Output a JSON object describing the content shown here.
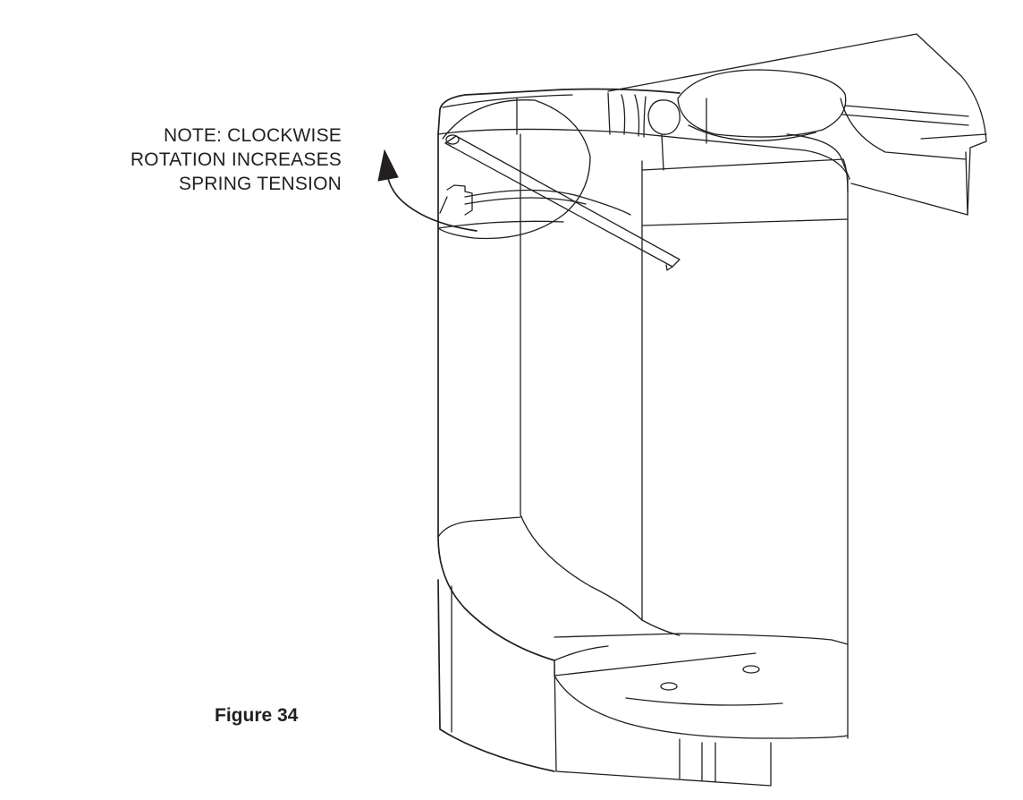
{
  "note": {
    "lines": [
      "NOTE: CLOCKWISE",
      "ROTATION INCREASES",
      "SPRING TENSION"
    ]
  },
  "figure": {
    "caption": "Figure 34"
  },
  "colors": {
    "ink": "#231f20",
    "background": "#ffffff"
  },
  "icons": {
    "rotation_arrow": "curved-arrow-counterclockwise"
  }
}
